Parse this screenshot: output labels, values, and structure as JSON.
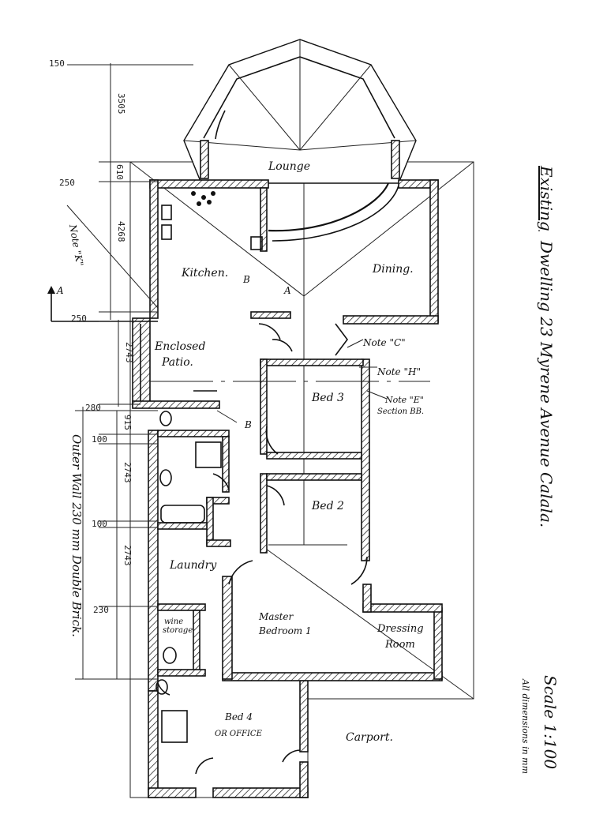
{
  "rooms": {
    "lounge": "Lounge",
    "kitchen": "Kitchen.",
    "dining": "Dining.",
    "enclosed_patio": "Enclosed\nPatio.",
    "bed3": "Bed 3",
    "bed2": "Bed 2",
    "laundry": "Laundry",
    "wine_storage": "wine\nstorage",
    "master_bedroom": "Master\nBedroom 1",
    "dressing_room": "Dressing\nRoom",
    "bed4": "Bed 4\nOR OFFICE",
    "carport": "Carport."
  },
  "notes": {
    "note_k": "Note \"K\"",
    "note_c": "Note \"C\"",
    "note_h": "Note \"H\"",
    "note_e": "Note \"E\"",
    "section_bb": "Section BB.",
    "section_a": "A",
    "marker_a": "A",
    "marker_b1": "B",
    "marker_b2": "B"
  },
  "dimensions": {
    "d150": "150",
    "d3505": "3505",
    "d610": "610",
    "d250a": "250",
    "d4268": "4268",
    "d250b": "250",
    "d2743a": "2743",
    "d280": "280",
    "d915": "915",
    "d100a": "100",
    "d2743b": "2743",
    "d100b": "100",
    "d2743c": "2743",
    "d230": "230",
    "outer_wall": "Outer Wall 230 mm Double Brick."
  },
  "title_block": {
    "existing": "Existing",
    "title": "Dwelling 23 Myrene Avenue Calala.",
    "scale": "Scale 1:100",
    "units": "All dimensions in mm"
  }
}
